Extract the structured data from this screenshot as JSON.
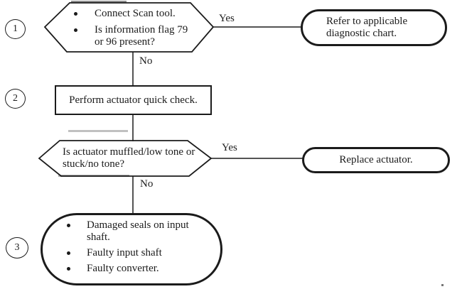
{
  "diagram": {
    "ink_color": "#1b1b1b",
    "background_color": "#ffffff",
    "steps": [
      {
        "number": "1"
      },
      {
        "number": "2"
      },
      {
        "number": "3"
      }
    ],
    "decision1": {
      "bullets": [
        "Connect Scan tool.",
        "Is information flag 79 or 96 present?"
      ],
      "yes_label": "Yes",
      "no_label": "No"
    },
    "terminator1": {
      "label": "Refer to applicable diagnostic chart."
    },
    "process1": {
      "label": "Perform actuator quick check."
    },
    "decision2": {
      "question": "Is actuator muffled/low tone or stuck/no tone?",
      "yes_label": "Yes",
      "no_label": "No"
    },
    "terminator2": {
      "label": "Replace actuator."
    },
    "terminator3": {
      "bullets": [
        "Damaged seals on input shaft.",
        "Faulty input shaft",
        "Faulty converter."
      ]
    }
  }
}
